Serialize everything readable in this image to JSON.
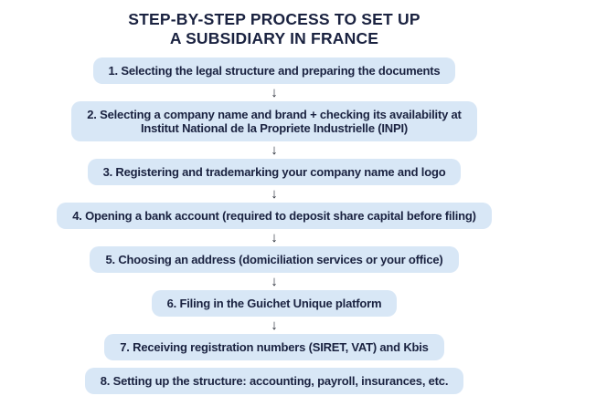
{
  "title": {
    "lines": [
      "STEP-BY-STEP PROCESS TO SET UP",
      "A SUBSIDIARY IN FRANCE"
    ]
  },
  "arrow_glyph": "↓",
  "colors": {
    "box_fill": "#d8e7f6",
    "text_navy": "#1a2240",
    "arrow": "#1f2430",
    "background": "#ffffff"
  },
  "steps": [
    {
      "lines": [
        "1. Selecting the legal structure and preparing the documents"
      ]
    },
    {
      "lines": [
        "2. Selecting a company name and brand + checking its availability at",
        "Institut National de la Propriete Industrielle (INPI)"
      ]
    },
    {
      "lines": [
        "3. Registering and trademarking your company name and logo"
      ]
    },
    {
      "lines": [
        "4. Opening a bank account (required to deposit share capital before filing)"
      ]
    },
    {
      "lines": [
        "5. Choosing an address (domiciliation services or your office)"
      ]
    },
    {
      "lines": [
        "6. Filing in the Guichet Unique platform"
      ]
    },
    {
      "lines": [
        "7. Receiving registration numbers (SIRET, VAT) and Kbis"
      ]
    },
    {
      "lines": [
        "8. Setting up the structure: accounting, payroll, insurances, etc."
      ]
    }
  ]
}
